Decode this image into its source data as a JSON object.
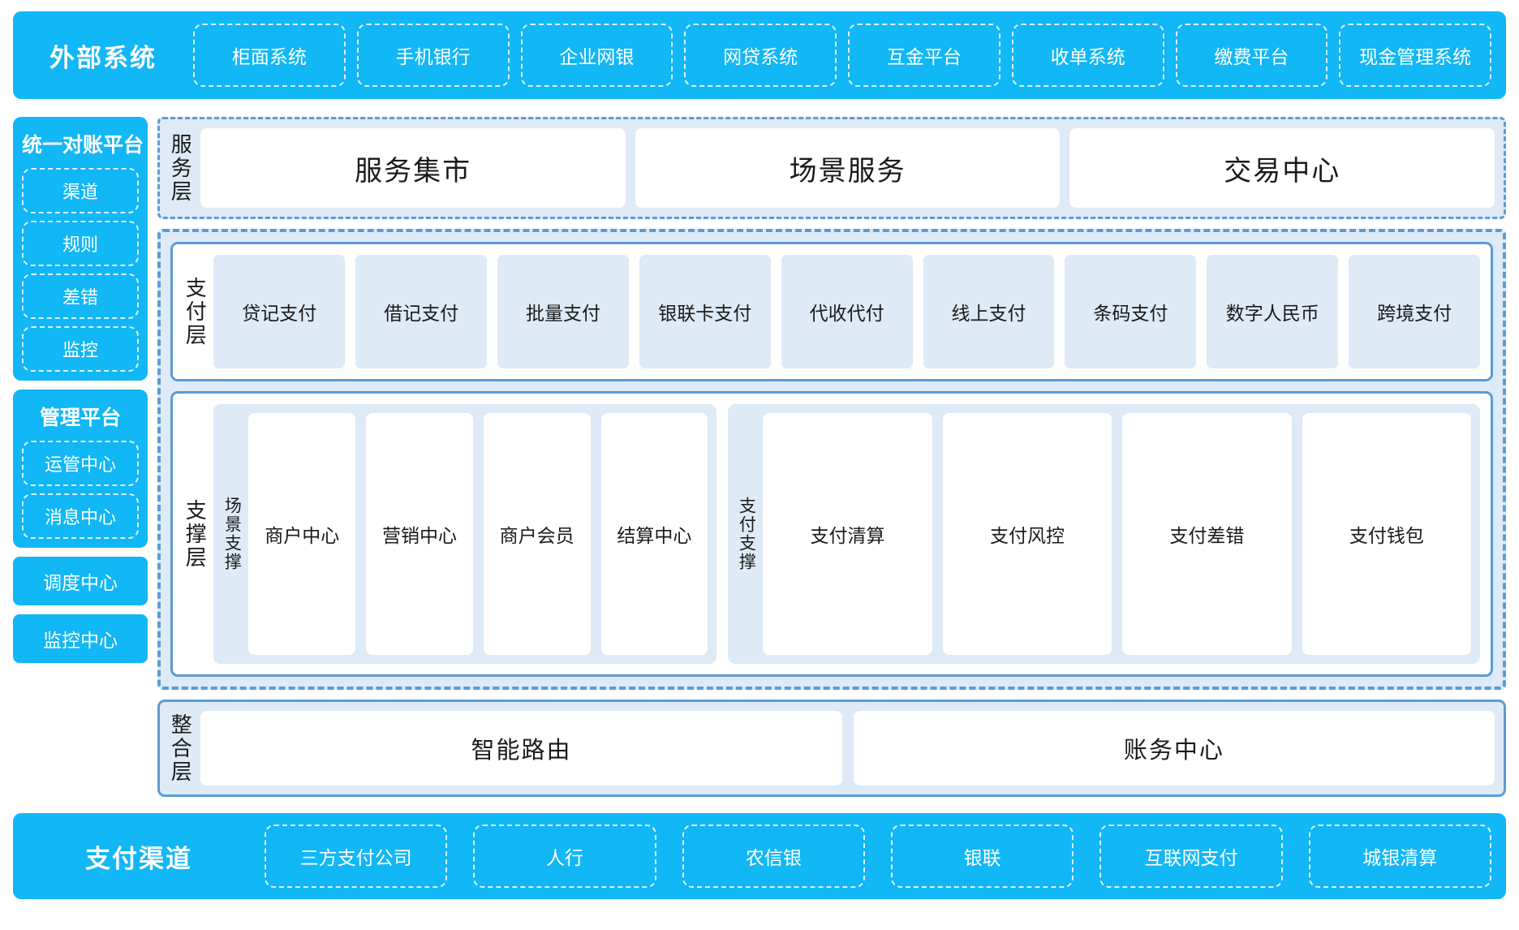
{
  "external": {
    "title": "外部系统",
    "items": [
      "柜面系统",
      "手机银行",
      "企业网银",
      "网贷系统",
      "互金平台",
      "收单系统",
      "缴费平台",
      "现金管理系统"
    ]
  },
  "left": {
    "reconcile_platform": {
      "title": "统一对账平台",
      "items": [
        "渠道",
        "规则",
        "差错",
        "监控"
      ]
    },
    "manage_platform": {
      "title": "管理平台",
      "items": [
        "运管中心",
        "消息中心"
      ]
    },
    "standalone": [
      "调度中心",
      "监控中心"
    ]
  },
  "service_layer": {
    "label": "服务层",
    "cards": [
      "服务集市",
      "场景服务",
      "交易中心"
    ]
  },
  "payment_layer": {
    "label": "支付层",
    "items": [
      "贷记支付",
      "借记支付",
      "批量支付",
      "银联卡支付",
      "代收代付",
      "线上支付",
      "条码支付",
      "数字人民币",
      "跨境支付"
    ]
  },
  "support_layer": {
    "label": "支撑层",
    "groups": [
      {
        "label": "场景支撑",
        "items": [
          "商户中心",
          "营销中心",
          "商户会员",
          "结算中心"
        ]
      },
      {
        "label": "支付支撑",
        "items": [
          "支付清算",
          "支付风控",
          "支付差错",
          "支付钱包"
        ]
      }
    ]
  },
  "integration_layer": {
    "label": "整合层",
    "cards": [
      "智能路由",
      "账务中心"
    ]
  },
  "channels": {
    "title": "支付渠道",
    "items": [
      "三方支付公司",
      "人行",
      "农信银",
      "银联",
      "互联网支付",
      "城银清算"
    ]
  },
  "colors": {
    "cyan": "#12B7F5",
    "blue_border": "#5B9BD5",
    "light_blue": "#DEEAF6",
    "white": "#FFFFFF"
  }
}
